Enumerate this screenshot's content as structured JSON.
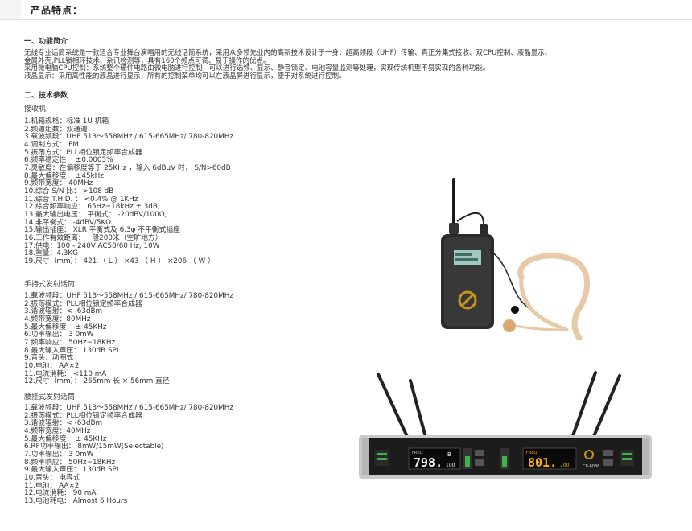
{
  "header": {
    "title": "产品特点："
  },
  "section1": {
    "title": "一、功能简介",
    "lines": [
      "无线专业话筒系统是一款适合专业舞台演唱用的无线话筒系统，采用众多领先业内的高新技术设计于一身：超高频段（UHF）传输、真正分集式接收、双CPU控制、液晶显示、",
      "金属外壳,PLL锁相环技术、杂讯检测等，具有160个频点可调、易于操作的优点。",
      "采用微电脑CPU控制：系统整个硬件电路由微电脑进行控制，可以进行选频、显示、静音锁定、电池容量监测等处理，实现传统机型不易实现的各种功能。",
      "液晶显示：采用高性能的液晶进行显示，所有的控制菜单均可以在液晶屏进行显示，便于对系统进行控制。"
    ]
  },
  "section2": {
    "title": "二、技术参数"
  },
  "receiver": {
    "title": "接收机",
    "lines": [
      "1.机箱规格：标准  1U  机箱",
      "2.频道组数：双通道",
      "3.载波频段：UHF 513～558MHz / 615-665MHz/ 780-820MHz",
      "4.调制方式：   FM",
      "5.振荡方式：PLL相位锁定频率合成器",
      "6.频率稳定性：  ±0.0005%",
      "7.灵敏度：在偏移度等于  25KHz ，输入  6dBμV  时，   S/N>60dB",
      "8.最大偏移度：   ±45kHz",
      "9.频带宽度：   40MHz",
      "10.综合  S/N  比：   >108 dB",
      "11.综合  T.H.D. ：    <0.4% @ 1KHz",
      "12.综合频率响应：   65Hz~18kHz ± 3dB,",
      "13.最大输出电压：  平衡式：   -20dBV/100Ω,",
      "14.非平衡式：    -4dBV/5KΩ.",
      "15.输出插座：    XLR  平衡式及  6.3φ  不平衡式插座",
      "16.工作有效距离：一般200米（空旷地方）",
      "17.供电：100 - 240V AC50/60 Hz,  10W",
      "18.重量：4.3KG",
      "19.尺寸（mm）：    421    （ L  ）    ×43    （ H  ）    ×206    （ W  ）"
    ]
  },
  "handheld": {
    "title": "手持式发射话筒",
    "lines": [
      "1.载波频段：UHF 513～558MHz / 615-665MHz/ 780-820MHz",
      "2.振荡模式：PLL相位锁定频率合成器",
      "3.谐波辐射：< -63dBm",
      "4.频带宽度：80MHz",
      "5.最大偏移度：   ± 45KHz",
      "6.功率输出：    3 0mW",
      "7.频率响应：    50Hz~18KHz",
      "8.最大输入声压：    130dB SPL",
      "9.音头：动圈式",
      "10.电池：    AA×2",
      "11.电流消耗：    <110 mA",
      "12.尺寸（mm）：    265mm  长  × 56mm   直径"
    ]
  },
  "bodypack": {
    "title": "腰挂式发射话筒",
    "lines": [
      "1.载波频段：UHF 513～558MHz / 615-665MHz/ 780-820MHz",
      "2.振荡模式：PLL相位锁定频率合成器",
      "3.谐波辐射：< -63dBm",
      "4.频带宽度：40MHz",
      "5.最大偏移度：    ± 45KHz",
      "6.RF功率输出：  8mW/15mW(Selectable)",
      "7.功率输出：    3 0mW",
      "8.频率响应：    50Hz~18KHz",
      "9.最大输入声压：    130dB SPL",
      "10.音头：  电容式",
      "11.电池：     AA×2",
      "12.电流消耗：    90 mA,",
      "13.电池耗电：  Almost 6 Hours"
    ]
  },
  "receiver_display": {
    "left_freq": "798.",
    "left_freq_dec": "100",
    "left_label": "FREQ",
    "left_channel": "B",
    "right_freq": "801.",
    "right_freq_dec": "700",
    "right_label": "FREQ",
    "model": "CR-6088",
    "logo_letter": "Q"
  },
  "colors": {
    "accent_gold": "#c8961e",
    "lcd_white": "#f2f2f2",
    "lcd_orange": "#ffb000"
  }
}
